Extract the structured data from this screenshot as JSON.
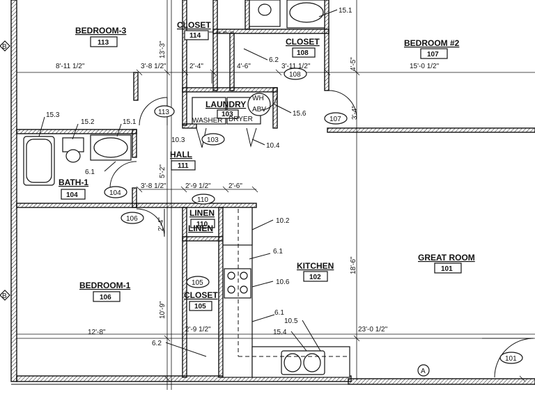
{
  "rooms": {
    "bedroom3": {
      "name": "BEDROOM-3",
      "number": "113"
    },
    "bedroom2": {
      "name": "BEDROOM #2",
      "number": "107"
    },
    "closet114": {
      "name": "CLOSET",
      "number": "114"
    },
    "closet108": {
      "name": "CLOSET",
      "number": "108"
    },
    "laundry": {
      "name": "LAUNDRY",
      "number": "103"
    },
    "hall": {
      "name": "HALL",
      "number": "111"
    },
    "bath1": {
      "name": "BATH-1",
      "number": "104"
    },
    "linen": {
      "name": "LINEN",
      "number": "110",
      "label2": "LINEN"
    },
    "kitchen": {
      "name": "KITCHEN",
      "number": "102"
    },
    "greatroom": {
      "name": "GREAT ROOM",
      "number": "101"
    },
    "bedroom1": {
      "name": "BEDROOM-1",
      "number": "106"
    },
    "closet105": {
      "name": "CLOSET",
      "number": "105"
    }
  },
  "appliances": {
    "washer": "WASHER",
    "dryer": "DRYER",
    "wh": "WH",
    "abv": "ABV"
  },
  "door_tags": [
    "113",
    "103",
    "107",
    "108",
    "104",
    "110",
    "106",
    "105",
    "101"
  ],
  "dimensions": {
    "d1": "8'-11 1/2\"",
    "d2": "3'-8 1/2\"",
    "d3": "2'-4\"",
    "d4": "4'-6\"",
    "d5": "3'-11 1/2\"",
    "d6": "15'-0 1/2\"",
    "d7": "13'-3\"",
    "d8": "4'-5\"",
    "d9": "3'-4\"",
    "d10": "5'-2\"",
    "d11": "3'-8 1/2\"",
    "d12": "2'-9 1/2\"",
    "d13": "2'-6\"",
    "d14": "2'-4\"",
    "d15": "18'-6\"",
    "d16": "10'-9\"",
    "d17": "12'-8\"",
    "d18": "2'-9 1/2\"",
    "d19": "23'-0 1/2\""
  },
  "callouts": {
    "c1": "15.1",
    "c2": "6.2",
    "c3": "15.3",
    "c4": "15.2",
    "c5": "15.1",
    "c6": "15.6",
    "c7": "10.3",
    "c8": "10.4",
    "c9": "6.1",
    "c10": "10.2",
    "c11": "6.1",
    "c12": "10.6",
    "c13": "6.1",
    "c14": "10.5",
    "c15": "15.4",
    "c16": "6.2"
  },
  "grid_markers": {
    "b_top": "B",
    "b_bottom": "B",
    "a_bottom": "A"
  }
}
